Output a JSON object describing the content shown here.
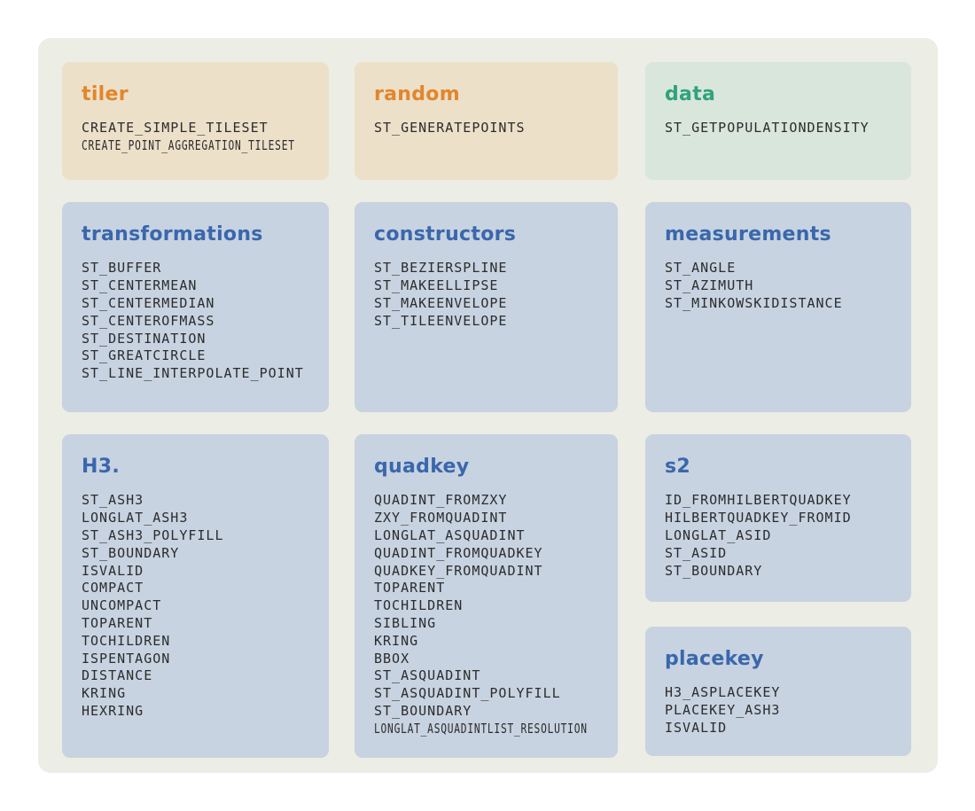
{
  "theme_colors": {
    "page_background": "#FFFFFF",
    "panel_background": "#ECEDE4",
    "orange_card_background": "#EDE0C9",
    "orange_title": "#E2862C",
    "green_card_background": "#D9E6DC",
    "green_title": "#2FA37D",
    "blue_card_background": "#C7D3E1",
    "blue_title": "#3A67AC",
    "function_text": "#2C2C2C"
  },
  "cards": [
    {
      "title": "tiler",
      "theme": "orange",
      "items": [
        {
          "label": "CREATE_SIMPLE_TILESET"
        },
        {
          "label": "CREATE_POINT_AGGREGATION_TILESET",
          "condensed": true
        }
      ]
    },
    {
      "title": "random",
      "theme": "orange",
      "items": [
        {
          "label": "ST_GENERATEPOINTS"
        }
      ]
    },
    {
      "title": "data",
      "theme": "green",
      "items": [
        {
          "label": "ST_GETPOPULATIONDENSITY"
        }
      ]
    },
    {
      "title": "transformations",
      "theme": "blue",
      "items": [
        {
          "label": "ST_BUFFER"
        },
        {
          "label": "ST_CENTERMEAN"
        },
        {
          "label": "ST_CENTERMEDIAN"
        },
        {
          "label": "ST_CENTEROFMASS"
        },
        {
          "label": "ST_DESTINATION"
        },
        {
          "label": "ST_GREATCIRCLE"
        },
        {
          "label": "ST_LINE_INTERPOLATE_POINT"
        }
      ]
    },
    {
      "title": "constructors",
      "theme": "blue",
      "items": [
        {
          "label": "ST_BEZIERSPLINE"
        },
        {
          "label": "ST_MAKEELLIPSE"
        },
        {
          "label": "ST_MAKEENVELOPE"
        },
        {
          "label": "ST_TILEENVELOPE"
        }
      ]
    },
    {
      "title": "measurements",
      "theme": "blue",
      "items": [
        {
          "label": "ST_ANGLE"
        },
        {
          "label": "ST_AZIMUTH"
        },
        {
          "label": "ST_MINKOWSKIDISTANCE"
        }
      ]
    },
    {
      "title": "H3.",
      "theme": "blue",
      "items": [
        {
          "label": "ST_ASH3"
        },
        {
          "label": "LONGLAT_ASH3"
        },
        {
          "label": "ST_ASH3_POLYFILL"
        },
        {
          "label": "ST_BOUNDARY"
        },
        {
          "label": "ISVALID"
        },
        {
          "label": "COMPACT"
        },
        {
          "label": "UNCOMPACT"
        },
        {
          "label": "TOPARENT"
        },
        {
          "label": "TOCHILDREN"
        },
        {
          "label": "ISPENTAGON"
        },
        {
          "label": "DISTANCE"
        },
        {
          "label": "KRING"
        },
        {
          "label": "HEXRING"
        }
      ]
    },
    {
      "title": "quadkey",
      "theme": "blue",
      "items": [
        {
          "label": "QUADINT_FROMZXY"
        },
        {
          "label": "ZXY_FROMQUADINT"
        },
        {
          "label": "LONGLAT_ASQUADINT"
        },
        {
          "label": "QUADINT_FROMQUADKEY"
        },
        {
          "label": "QUADKEY_FROMQUADINT"
        },
        {
          "label": "TOPARENT"
        },
        {
          "label": "TOCHILDREN"
        },
        {
          "label": "SIBLING"
        },
        {
          "label": "KRING"
        },
        {
          "label": "BBOX"
        },
        {
          "label": "ST_ASQUADINT"
        },
        {
          "label": "ST_ASQUADINT_POLYFILL"
        },
        {
          "label": "ST_BOUNDARY"
        },
        {
          "label": "LONGLAT_ASQUADINTLIST_RESOLUTION",
          "condensed": true
        }
      ]
    },
    {
      "title": "s2",
      "theme": "blue",
      "items": [
        {
          "label": "ID_FROMHILBERTQUADKEY"
        },
        {
          "label": "HILBERTQUADKEY_FROMID"
        },
        {
          "label": "LONGLAT_ASID"
        },
        {
          "label": "ST_ASID"
        },
        {
          "label": "ST_BOUNDARY"
        }
      ]
    },
    {
      "title": "placekey",
      "theme": "blue",
      "items": [
        {
          "label": "H3_ASPLACEKEY"
        },
        {
          "label": "PLACEKEY_ASH3"
        },
        {
          "label": "ISVALID"
        }
      ]
    }
  ]
}
